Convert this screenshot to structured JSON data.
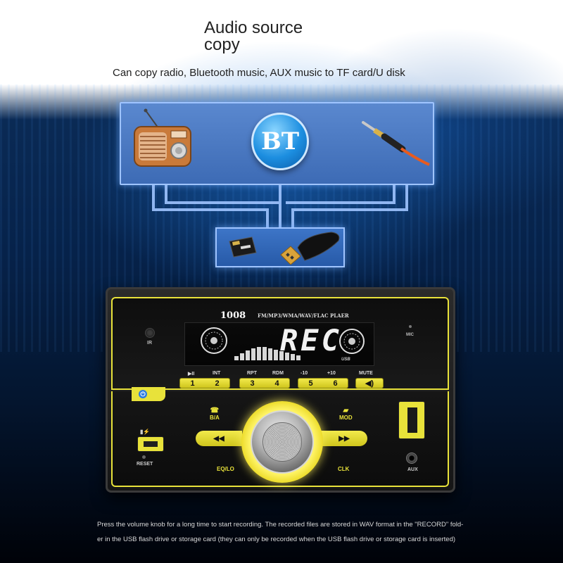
{
  "header": {
    "title_line1": "Audio source",
    "title_line2": "copy",
    "subtitle": "Can copy radio, Bluetooth music, AUX music to TF card/U disk"
  },
  "sources": {
    "radio_icon": "retro-radio-icon",
    "bluetooth_label": "BT",
    "aux_icon": "aux-cable-icon"
  },
  "destinations": {
    "tf_card_icon": "tf-card-icon",
    "usb_icon": "usb-flash-drive-icon"
  },
  "head_unit": {
    "model": "1008",
    "formats": "FM/MP3/WMA/WAV/FLAC PLAER",
    "display_text": "REC",
    "usb_indicator": "USB",
    "ir_label": "IR",
    "mic_label": "MIC",
    "preset_functions": [
      "▶II",
      "INT",
      "RPT",
      "RDM",
      "-10",
      "+10",
      "MUTE"
    ],
    "preset_numbers": [
      "1",
      "2",
      "3",
      "4",
      "5",
      "6"
    ],
    "ba_label": "B/A",
    "mod_label": "MOD",
    "eq_label": "EQ/LO",
    "clk_label": "CLK",
    "reset_label": "RESET",
    "aux_label": "AUX",
    "prev_symbol": "◀◀",
    "next_symbol": "▶▶",
    "power_symbol": "⏻",
    "mute_symbol": "◀)",
    "accent_color": "#e8e23a"
  },
  "caption": {
    "line1": "Press the volume knob for a long time to start recording. The recorded files are stored in WAV format in the \"RECORD\" fold-",
    "line2": "er in the USB flash drive or storage card (they can only be recorded when the USB flash drive or storage card is inserted)"
  }
}
